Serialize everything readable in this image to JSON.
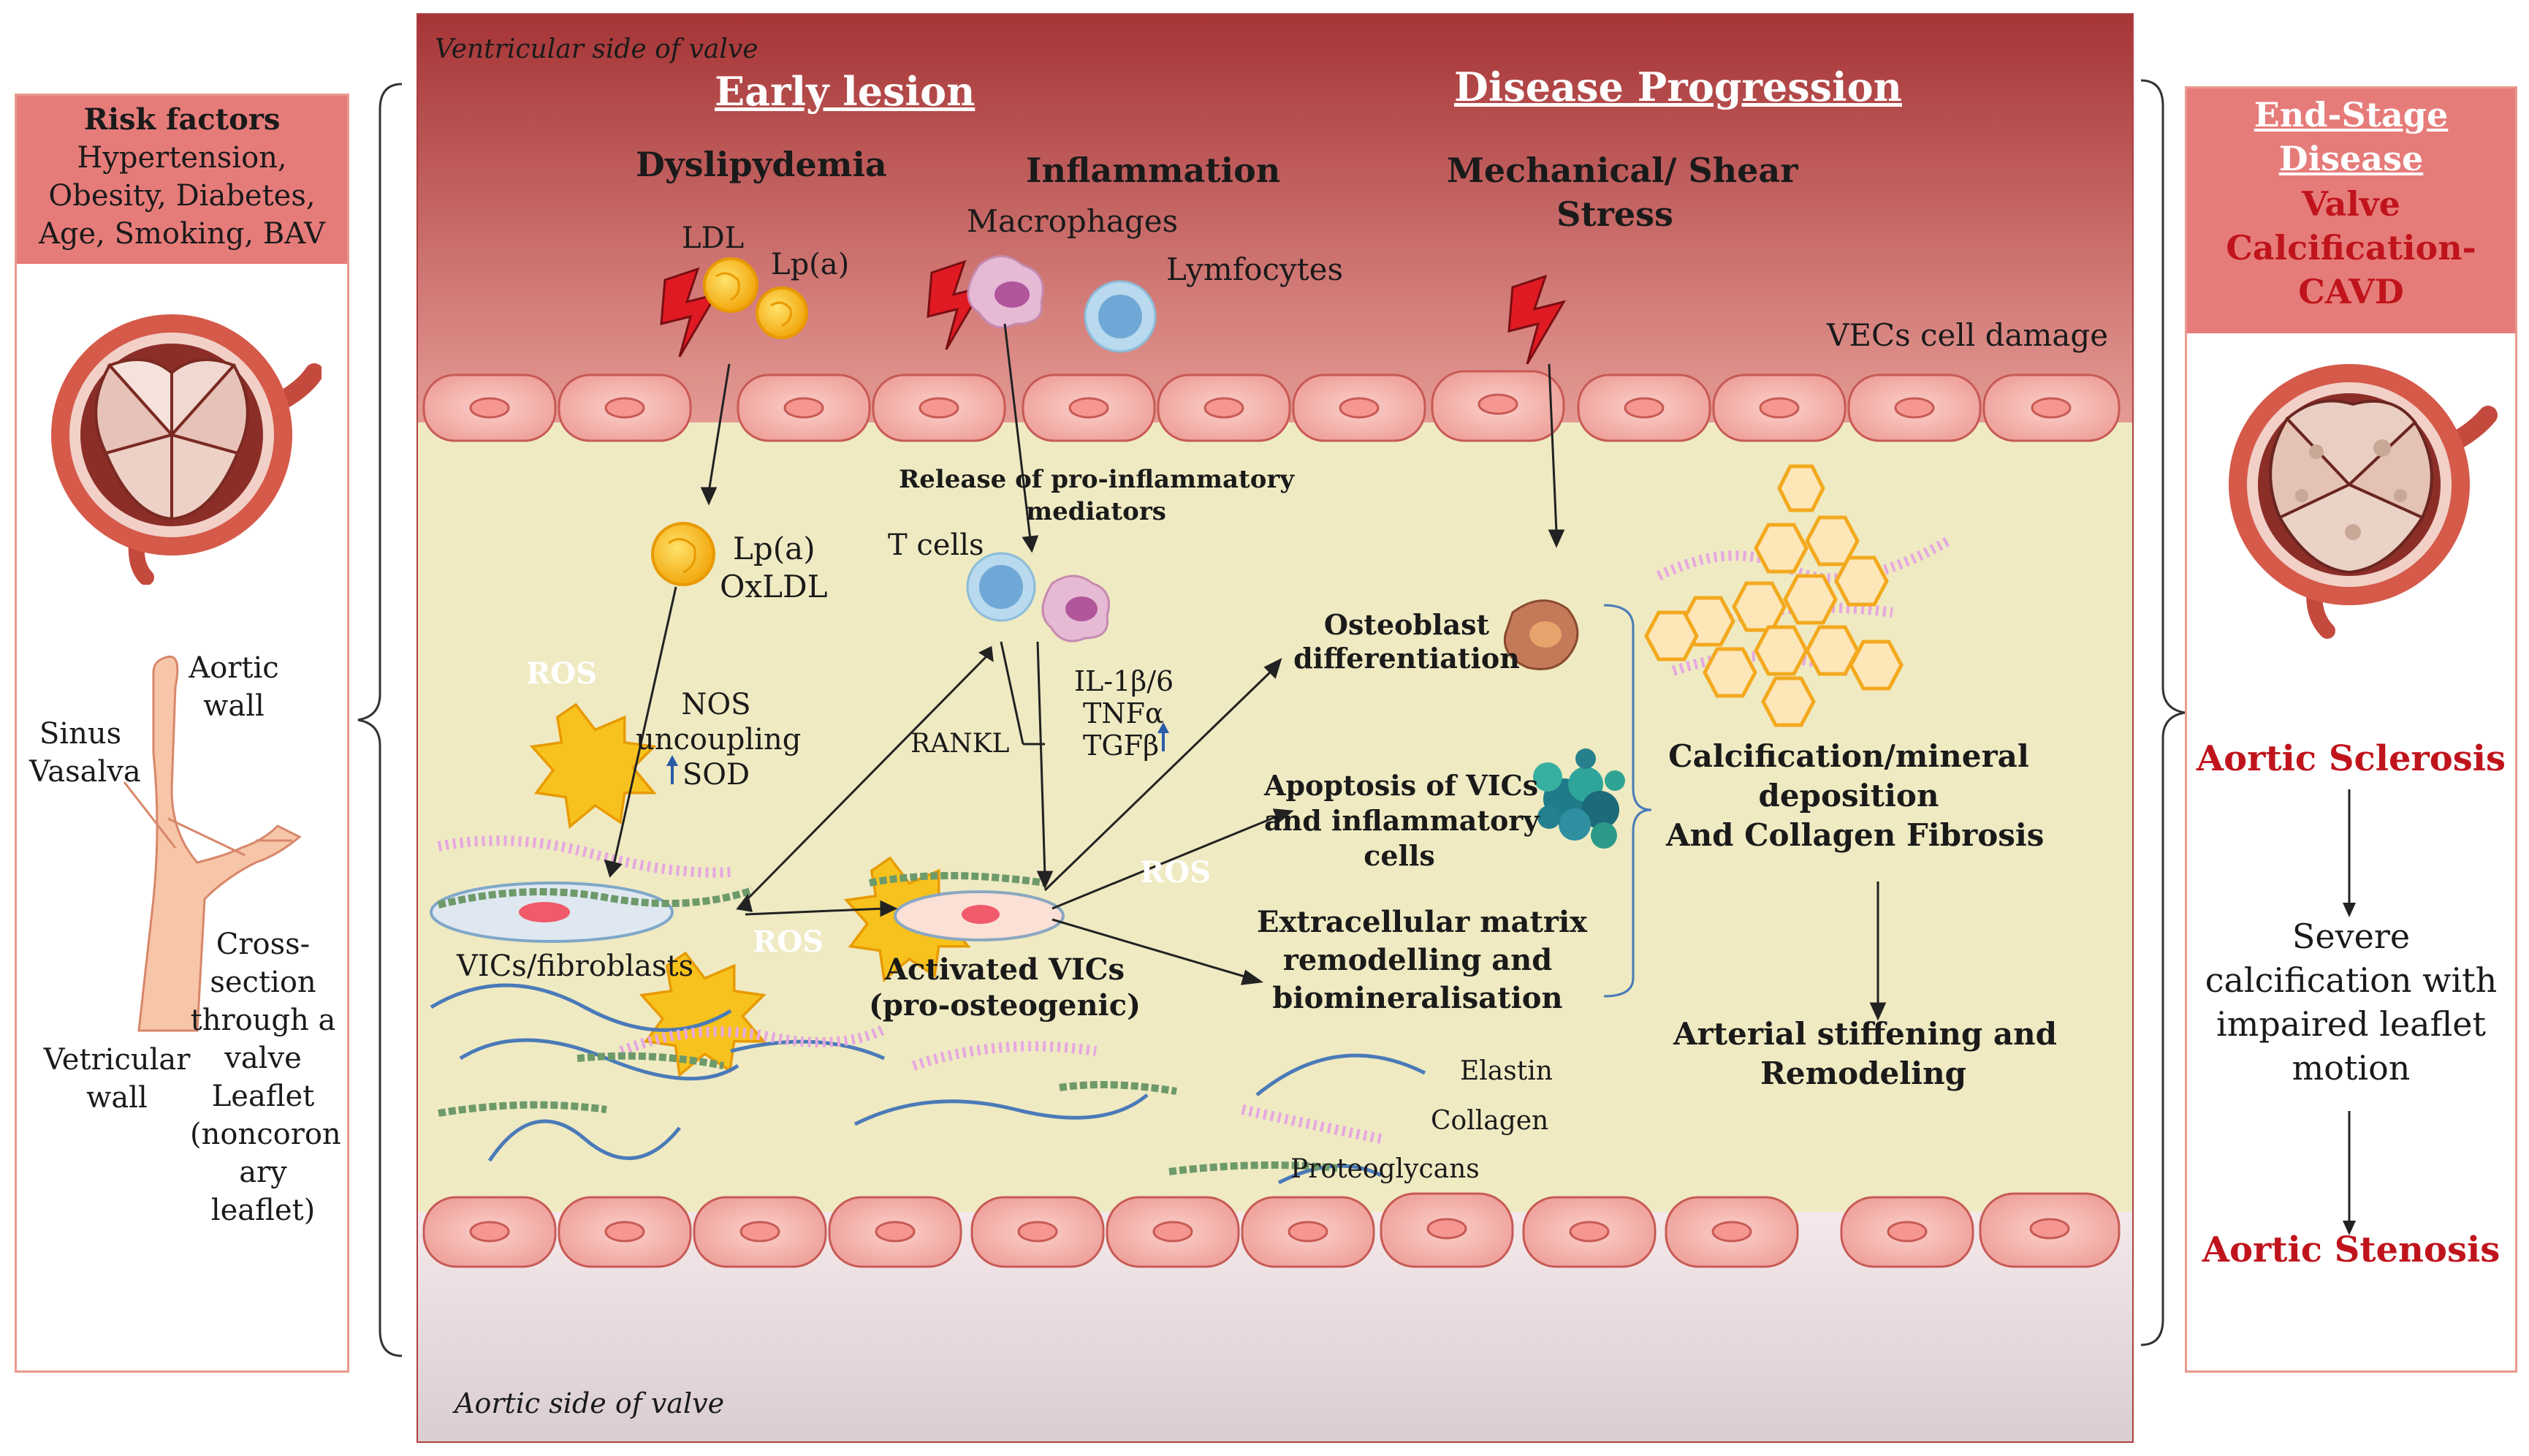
{
  "left_panel": {
    "header_title": "Risk factors",
    "header_lines": [
      "Hypertension,",
      "Obesity, Diabetes,",
      "Age, Smoking, BAV"
    ],
    "labels": {
      "aortic_wall": [
        "Aortic",
        "wall"
      ],
      "sinus": [
        "Sinus",
        "Vasalva"
      ],
      "vetricular_wall": [
        "Vetricular",
        "wall"
      ],
      "cross_section": [
        "Cross-",
        "section",
        "through a",
        "valve",
        "Leaflet",
        "(noncoron",
        "ary",
        "leaflet)"
      ]
    }
  },
  "center": {
    "ventricular_side": "Ventricular side of valve",
    "aortic_side": "Aortic side of valve",
    "early_lesion": "Early lesion",
    "disease_progression": "Disease Progression",
    "dyslipidemia": "Dyslipydemia",
    "inflammation": "Inflammation",
    "mechanical": [
      "Mechanical/ Shear",
      "Stress"
    ],
    "ldl": "LDL",
    "lpa_top": "Lp(a)",
    "macrophages": "Macrophages",
    "lymfocytes": "Lymfocytes",
    "vecs_damage": "VECs cell damage",
    "release": [
      "Release of pro-inflammatory",
      "mediators"
    ],
    "lpa_oxldl": [
      "Lp(a)",
      "OxLDL"
    ],
    "t_cells": "T cells",
    "ros": "ROS",
    "nos": [
      "NOS",
      "uncoupling",
      "SOD"
    ],
    "rankl": "RANKL",
    "cytokines": [
      "IL-1β/6",
      "TNFα",
      "TGFβ"
    ],
    "osteoblast": [
      "Osteoblast",
      "differentiation"
    ],
    "apoptosis": [
      "Apoptosis of VICs",
      "and inflammatory",
      "cells"
    ],
    "ecm": [
      "Extracellular matrix",
      "remodelling and",
      "biomineralisation"
    ],
    "vics": "VICs/fibroblasts",
    "activated": [
      "Activated VICs",
      "(pro-osteogenic)"
    ],
    "calcification": [
      "Calcification/mineral",
      "deposition",
      "And Collagen Fibrosis"
    ],
    "arterial": [
      "Arterial stiffening and",
      "Remodeling"
    ],
    "elastin": "Elastin",
    "collagen": "Collagen",
    "proteoglycans": "Proteoglycans"
  },
  "right_panel": {
    "end_stage": [
      "End-Stage",
      "Disease"
    ],
    "valve_calc": [
      "Valve",
      "Calcification-",
      "CAVD"
    ],
    "aortic_sclerosis": "Aortic Sclerosis",
    "severe": [
      "Severe",
      "calcification with",
      "impaired leaflet",
      "motion"
    ],
    "aortic_stenosis": "Aortic Stenosis"
  },
  "colors": {
    "panel_header": "#e67c7a",
    "panel_border": "#e99a8c",
    "top_band": "#a83a3c",
    "middle_band": "#efeac2",
    "cell_fill": "#f0a39c",
    "ros": "#f7c21d",
    "accent_red": "#c0141c"
  }
}
